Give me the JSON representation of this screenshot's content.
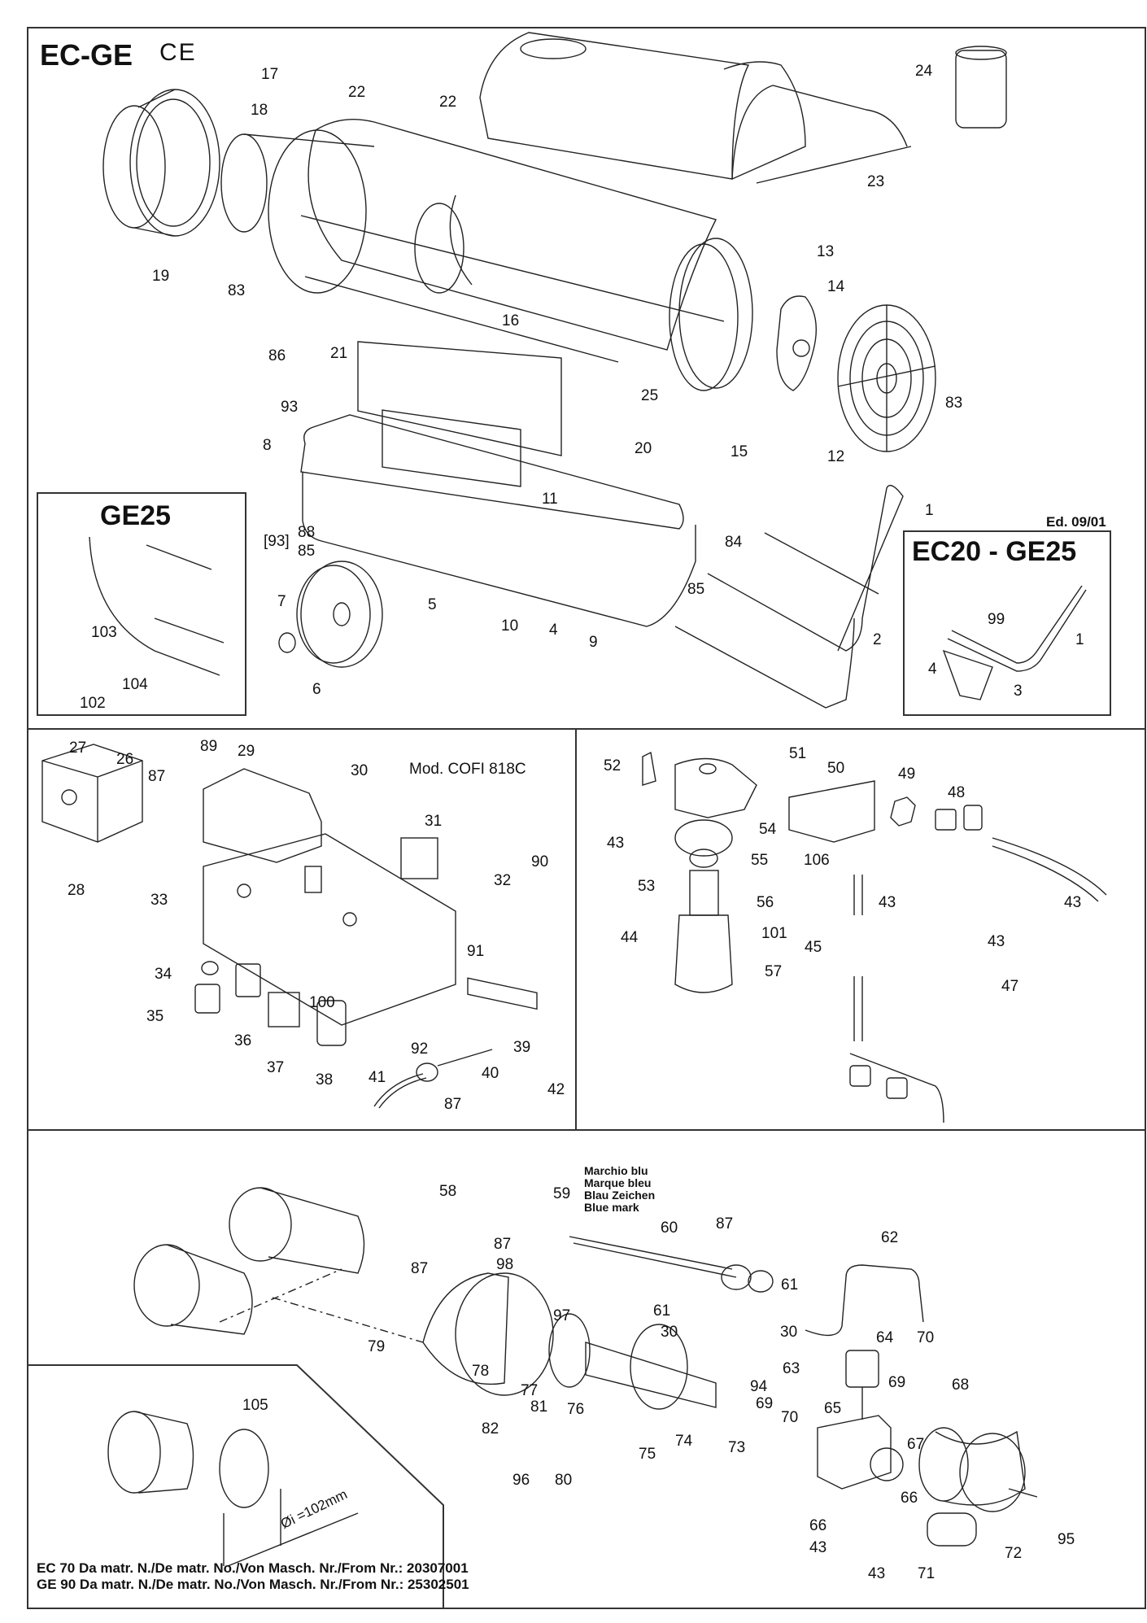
{
  "document": {
    "title": "EC-GE",
    "certification_mark": "CE",
    "edition": "Ed. 09/01"
  },
  "insets": {
    "ge25": {
      "title": "GE25",
      "part_labels": [
        "103",
        "104",
        "102"
      ]
    },
    "ec20_ge25": {
      "title": "EC20 - GE25",
      "part_labels": [
        "99",
        "1",
        "4",
        "3"
      ]
    }
  },
  "sections": {
    "body": {
      "part_labels": [
        "17",
        "18",
        "22",
        "22",
        "24",
        "23",
        "19",
        "83",
        "86",
        "21",
        "16",
        "13",
        "14",
        "25",
        "83",
        "93",
        "8",
        "20",
        "15",
        "12",
        "11",
        "1",
        "88",
        "85",
        "[93]",
        "7",
        "5",
        "84",
        "85",
        "10",
        "9",
        "4",
        "2",
        "6"
      ]
    },
    "electrical": {
      "model_note": "Mod. COFI 818C",
      "part_labels": [
        "27",
        "26",
        "87",
        "89",
        "29",
        "30",
        "28",
        "31",
        "90",
        "32",
        "33",
        "91",
        "34",
        "100",
        "35",
        "36",
        "37",
        "38",
        "92",
        "39",
        "40",
        "41",
        "42",
        "87"
      ]
    },
    "fuel": {
      "part_labels": [
        "52",
        "51",
        "50",
        "49",
        "48",
        "43",
        "54",
        "55",
        "106",
        "53",
        "56",
        "43",
        "101",
        "44",
        "57",
        "45",
        "43",
        "47",
        "43"
      ]
    },
    "burner": {
      "marker_note": [
        "Marchio blu",
        "Marque bleu",
        "Blau Zeichen",
        "Blue mark"
      ],
      "part_labels": [
        "58",
        "59",
        "60",
        "87",
        "62",
        "87",
        "87",
        "98",
        "61",
        "97",
        "61",
        "30",
        "30",
        "70",
        "79",
        "78",
        "64",
        "63",
        "69",
        "68",
        "77",
        "76",
        "94",
        "69",
        "70",
        "65",
        "82",
        "81",
        "73",
        "75",
        "74",
        "67",
        "96",
        "80",
        "66",
        "66",
        "43",
        "95",
        "43",
        "72",
        "71"
      ]
    },
    "burner_inset": {
      "part_labels": [
        "105"
      ],
      "dimension_note": "Øi =102mm",
      "serial_notes": [
        "EC 70 Da matr. N./De matr. No./Von Masch. Nr./From Nr.: 20307001",
        "GE 90 Da matr. N./De matr. No./Von Masch. Nr./From Nr.: 25302501"
      ]
    }
  }
}
